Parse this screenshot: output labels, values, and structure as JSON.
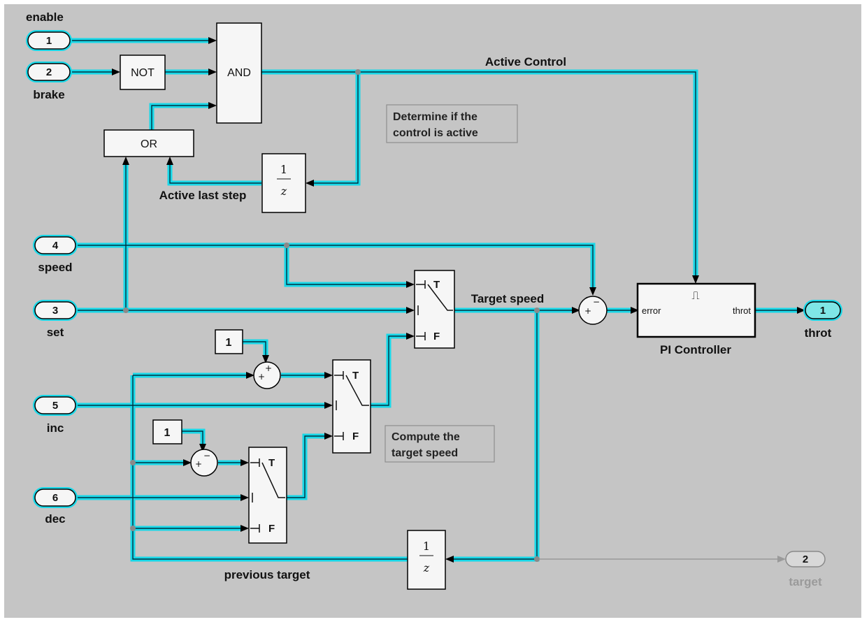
{
  "diagram": {
    "inports": {
      "enable": {
        "num": "1",
        "label": "enable"
      },
      "brake": {
        "num": "2",
        "label": "brake"
      },
      "speed": {
        "num": "4",
        "label": "speed"
      },
      "set": {
        "num": "3",
        "label": "set"
      },
      "inc": {
        "num": "5",
        "label": "inc"
      },
      "dec": {
        "num": "6",
        "label": "dec"
      }
    },
    "outports": {
      "throt": {
        "num": "1",
        "label": "throt"
      },
      "target": {
        "num": "2",
        "label": "target"
      }
    },
    "blocks": {
      "not": "NOT",
      "and": "AND",
      "or": "OR",
      "delay_numerator": "1",
      "delay_denominator": "z",
      "const_inc": "1",
      "const_dec": "1",
      "switch_true": "T",
      "switch_false": "F",
      "pi_controller": {
        "name": "PI Controller",
        "in_port": "error",
        "out_port": "throt",
        "enable_symbol": "⎍"
      }
    },
    "signals": {
      "active_control": "Active Control",
      "active_last_step": "Active last step",
      "target_speed": "Target speed",
      "previous_target": "previous target"
    },
    "annotations": {
      "active_note": [
        "Determine if the",
        "control is active"
      ],
      "target_note": [
        "Compute the",
        "target speed"
      ]
    },
    "colors": {
      "background": "#c5c5c5",
      "signal_highlight": "#18d8e8",
      "block_fill": "#f6f6f6"
    }
  }
}
